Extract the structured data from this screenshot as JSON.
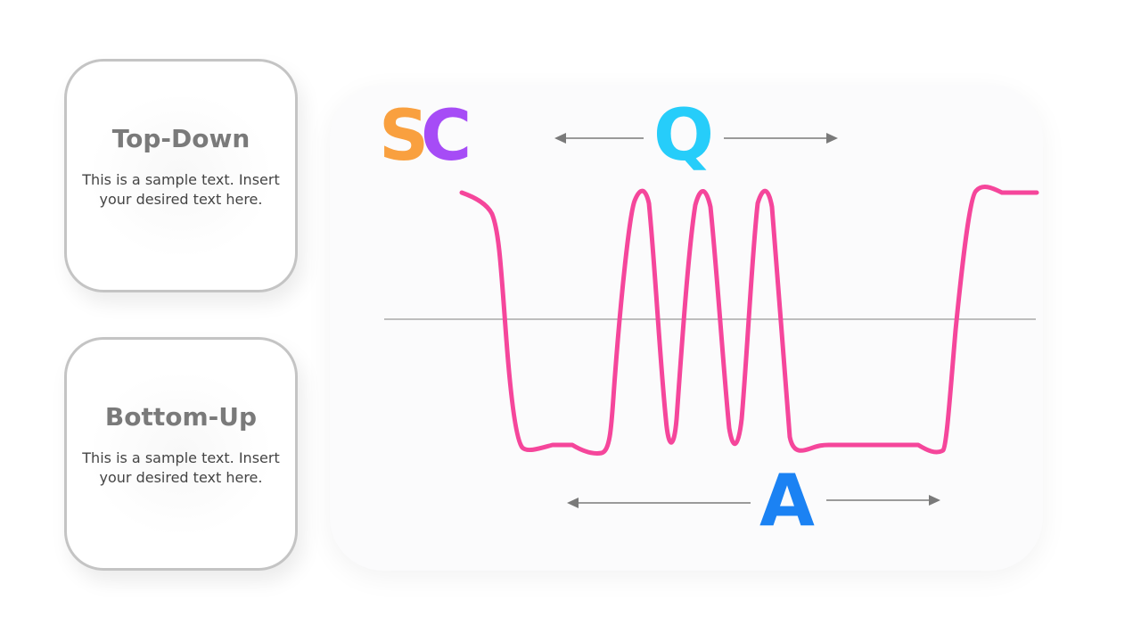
{
  "cards": [
    {
      "title": "Top-Down",
      "body": "This is a sample text. Insert your desired text here."
    },
    {
      "title": "Bottom-Up",
      "body": "This is a sample text. Insert your desired text here."
    }
  ],
  "diagram": {
    "labels": {
      "s": {
        "text": "S",
        "color": "#F9A03F"
      },
      "c": {
        "text": "C",
        "color": "#A64CF6"
      },
      "q": {
        "text": "Q",
        "color": "#26CDFA"
      },
      "a": {
        "text": "A",
        "color": "#1B82F3"
      }
    },
    "waveform_color": "#F5469B",
    "baseline_color": "#808080",
    "arrow_color": "#7a7a7a"
  }
}
